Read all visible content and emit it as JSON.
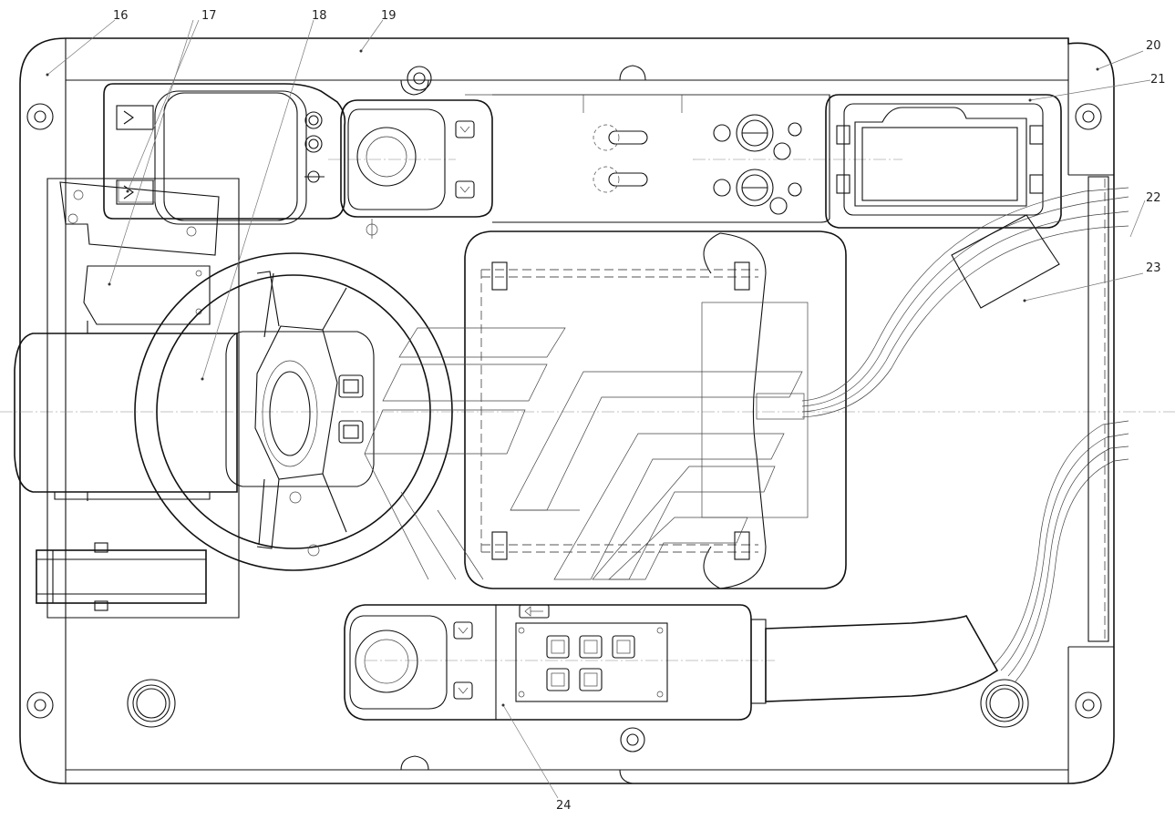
{
  "callouts": {
    "c16": "16",
    "c17": "17",
    "c18": "18",
    "c19": "19",
    "c20": "20",
    "c21": "21",
    "c22": "22",
    "c23": "23",
    "c24": "24"
  },
  "colors": {
    "line": "#111111",
    "background": "#ffffff"
  }
}
